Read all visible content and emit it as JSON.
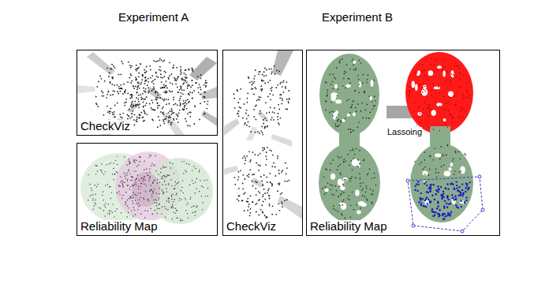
{
  "diagram": {
    "nodes": [
      {
        "text": [
          "CheckViz"
        ]
      },
      {
        "text": [
          "Reliability Map"
        ]
      },
      {
        "text": [
          "CheckViz"
        ]
      },
      {
        "text": [
          "Reliability Map"
        ]
      }
    ],
    "labels": [
      "Experiment A",
      "Experiment B",
      "Lassoing"
    ]
  }
}
